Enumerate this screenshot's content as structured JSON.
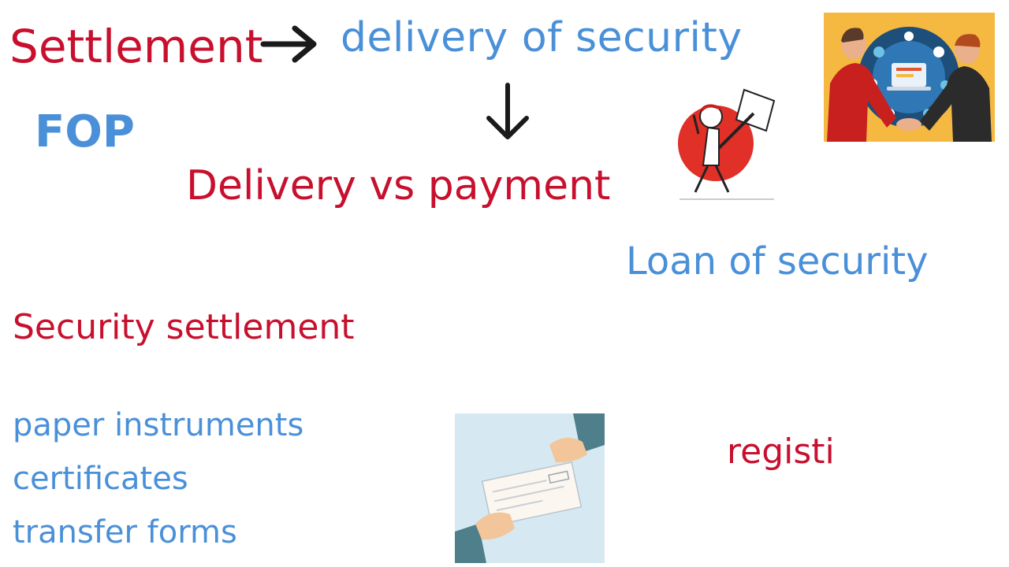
{
  "slide": {
    "settlement": "Settlement",
    "delivery_of_security": "delivery of security",
    "fop": "FOP",
    "delivery_vs_payment": "Delivery vs payment",
    "loan_of_security": "Loan of security",
    "security_settlement": "Security settlement",
    "paper_instruments": "paper instruments",
    "certificates": "certificates",
    "transfer_forms": "transfer forms",
    "registration_partial": "registi"
  },
  "colors": {
    "red_text": "#c8102e",
    "blue_text": "#4a90d9",
    "arrow": "#1a1a1a",
    "handshake_bg": "#f5b942",
    "cheque_bg": "#d6e9f2"
  },
  "icons": {
    "arrow_right": "arrow-right-icon",
    "arrow_down": "arrow-down-icon"
  }
}
